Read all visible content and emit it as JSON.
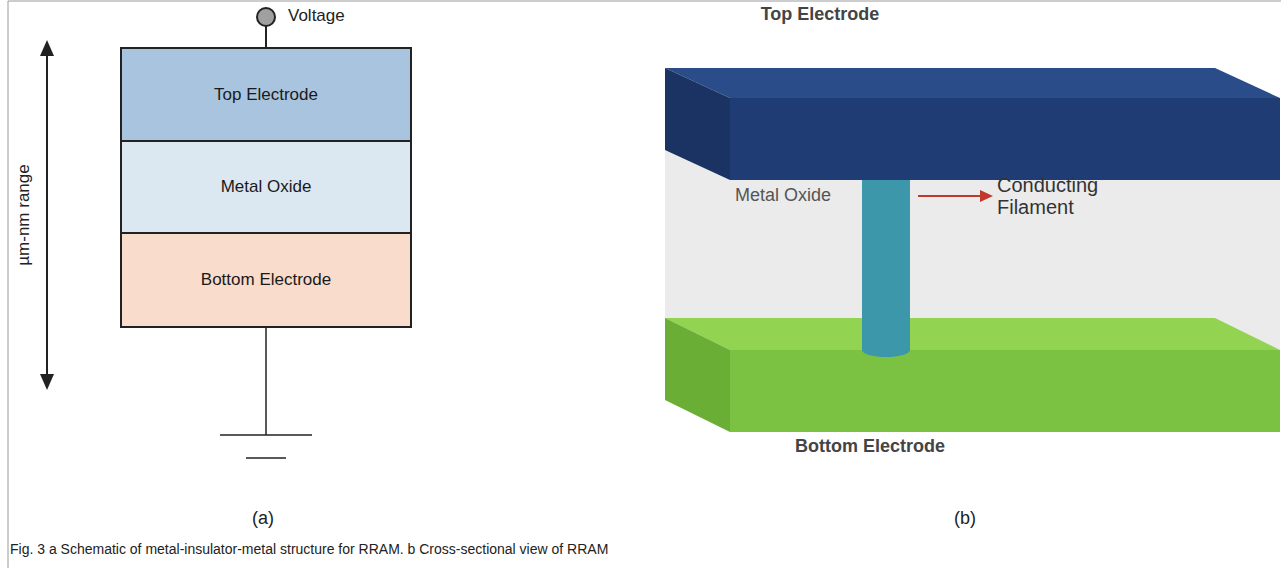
{
  "diagram": {
    "caption": "Fig. 3 a Schematic of metal-insulator-metal structure for RRAM. b Cross-sectional view of RRAM",
    "nodes": [
      {
        "text": [
          "Top Electrode"
        ]
      },
      {
        "text": [
          "Metal Oxide"
        ]
      },
      {
        "text": [
          "Bottom Electrode"
        ]
      },
      {
        "text": [
          "Top Electrode"
        ]
      },
      {
        "text": [
          "Metal Oxide"
        ]
      },
      {
        "text": [
          "Bottom Electrode"
        ]
      }
    ],
    "labels": [
      "Voltage",
      "µm-nm range",
      "(a)",
      "Conducting Filament",
      "(b)"
    ]
  }
}
